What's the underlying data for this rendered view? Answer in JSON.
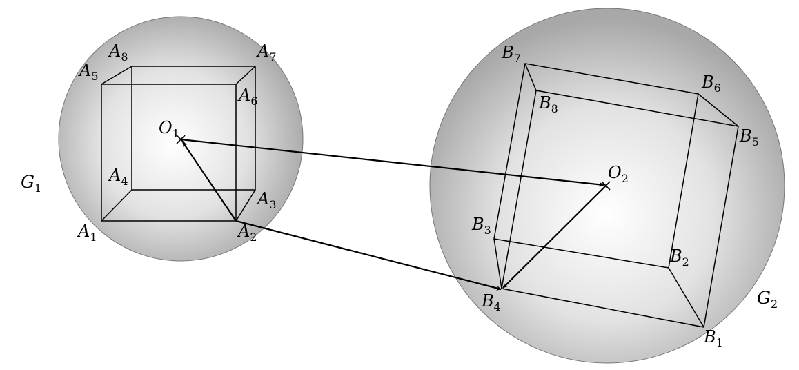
{
  "diagram": {
    "sphere_1": {
      "name_letter": "G",
      "name_index": "1",
      "center_letter": "O",
      "center_index": "1",
      "vertex_letter": "A",
      "vertex_indices": [
        "1",
        "2",
        "3",
        "4",
        "5",
        "6",
        "7",
        "8"
      ]
    },
    "sphere_2": {
      "name_letter": "G",
      "name_index": "2",
      "center_letter": "O",
      "center_index": "2",
      "vertex_letter": "B",
      "vertex_indices": [
        "1",
        "2",
        "3",
        "4",
        "5",
        "6",
        "7",
        "8"
      ]
    },
    "colors": {
      "sphere_highlight": "#ffffff",
      "sphere_edge": "#a8a8a8",
      "sphere_outline": "#555555",
      "lines": "#000000"
    }
  }
}
